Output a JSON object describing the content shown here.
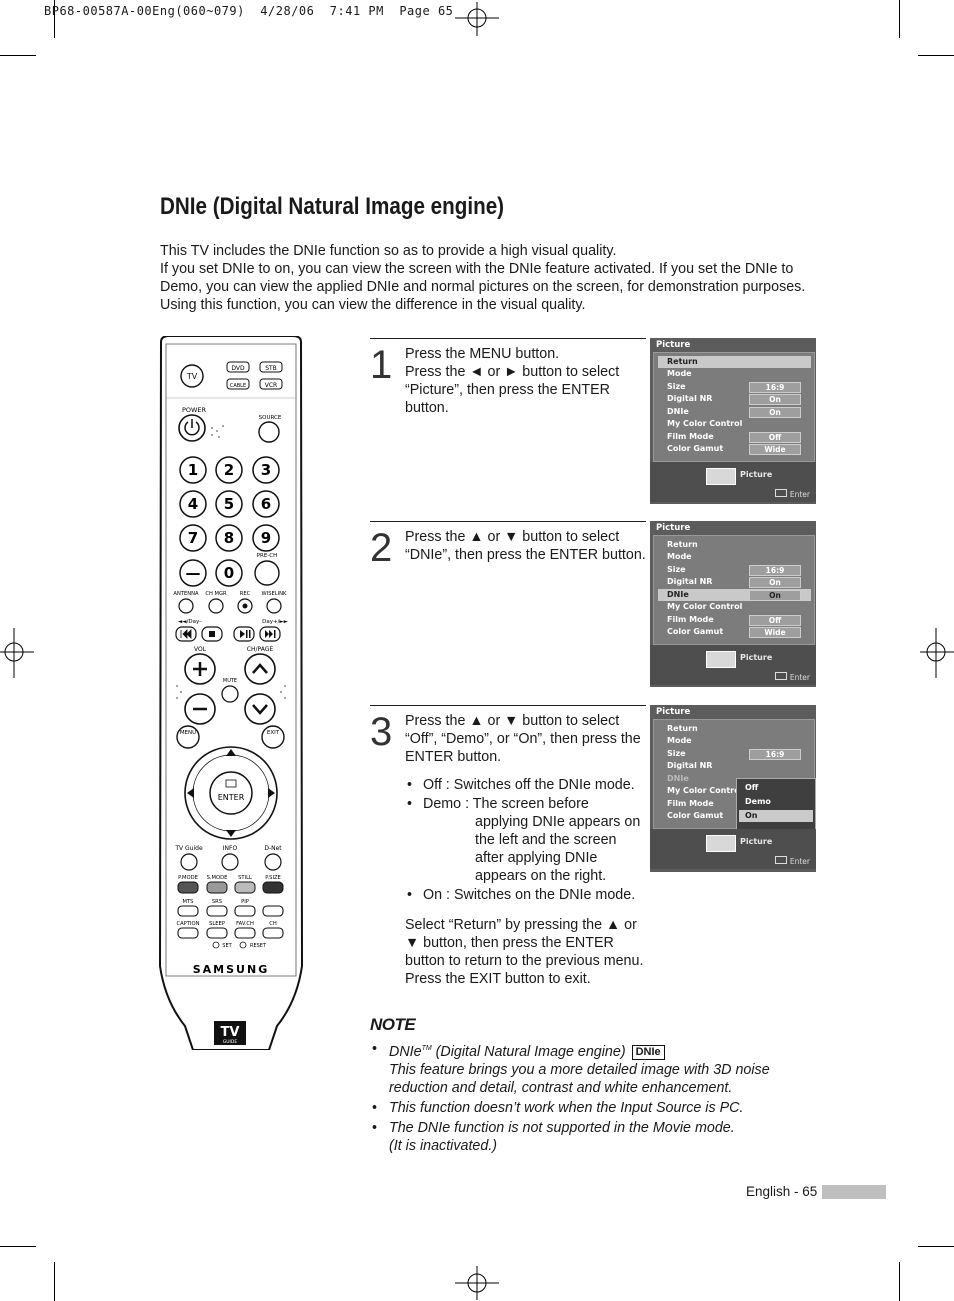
{
  "header_slug": "BP68-00587A-00Eng(060~079)  4/28/06  7:41 PM  Page 65",
  "title": "DNIe (Digital Natural Image engine)",
  "intro": [
    "This TV includes the DNIe function so as to provide a high visual quality.",
    "If you set DNIe to on, you can view the screen with the DNIe feature activated. If you set the DNIe to Demo, you can view the applied DNIe and normal pictures on the screen, for demonstration purposes. Using this function, you can view the difference in the visual quality."
  ],
  "steps": [
    {
      "num": "1",
      "text": "Press the MENU button.",
      "text2": "Press the ◄ or ► button to select “Picture”, then press the ENTER button."
    },
    {
      "num": "2",
      "text": "Press the ▲ or ▼ button to select “DNIe”, then press the ENTER button."
    },
    {
      "num": "3",
      "text": "Press the ▲ or ▼ button to select “Off”, “Demo”, or “On”, then press the ENTER button.",
      "bullets": [
        {
          "a": "Off : Switches off the DNIe mode."
        },
        {
          "a": "Demo : The screen before",
          "b": "applying DNIe appears on the left and the screen after applying DNIe appears on the right."
        },
        {
          "a": "On : Switches on the DNIe mode."
        }
      ],
      "after": "Select “Return” by pressing the ▲ or ▼ button, then press the ENTER button to return to the previous menu. Press the EXIT button to exit."
    }
  ],
  "note": {
    "heading": "NOTE",
    "item1_prefix": "DNIe",
    "item1_tm": "TM",
    "item1_rest": " (Digital Natural Image engine)",
    "item1_logo": "DNIe",
    "item1_body": "This feature brings you a more detailed image with 3D noise reduction and detail, contrast and white enhancement.",
    "item2": "This function doesn’t work when the Input Source is PC.",
    "item3": "The DNIe function is not supported in the Movie mode.",
    "item3b": "(It is inactivated.)"
  },
  "osd": {
    "title": "Picture",
    "rows": [
      "Return",
      "Mode",
      "Size",
      "Digital NR",
      "DNIe",
      "My Color Control",
      "Film Mode",
      "Color Gamut"
    ],
    "values": {
      "size": "16:9",
      "digital_nr": "On",
      "dnie": "On",
      "film_mode": "Off",
      "color_gamut": "Wide"
    },
    "bottom_label": "Picture",
    "enter": "Enter",
    "options": [
      "Off",
      "Demo",
      "On"
    ]
  },
  "remote": {
    "tv": "TV",
    "dvd": "DVD",
    "stb": "STB",
    "cable": "CABLE",
    "vcr": "VCR",
    "power": "POWER",
    "source": "SOURCE",
    "digits": [
      "1",
      "2",
      "3",
      "4",
      "5",
      "6",
      "7",
      "8",
      "9",
      "—",
      "0"
    ],
    "prech": "PRE-CH",
    "antenna": "ANTENNA",
    "chmgr": "CH MGR",
    "rec": "REC",
    "wiselink": "WISELINK",
    "day_minus": "◄◄/Day–",
    "day_plus": "Day+/►►",
    "vol": "VOL",
    "chpage": "CH/PAGE",
    "mute": "MUTE",
    "menu": "MENU",
    "exit": "EXIT",
    "enter": "ENTER",
    "tvguide": "TV Guide",
    "info": "INFO",
    "dnet": "D-Net",
    "pmode": "P.MODE",
    "smode": "S.MODE",
    "still": "STILL",
    "psize": "P.SIZE",
    "mts": "MTS",
    "srs": "SRS",
    "pip": "PIP",
    "caption": "CAPTION",
    "sleep": "SLEEP",
    "favch": "FAV.CH",
    "ch": "CH",
    "set": "SET",
    "reset": "RESET",
    "brand": "SAMSUNG",
    "tv_logo": "TV",
    "guide_logo": "GUIDE"
  },
  "footer": "English - 65"
}
